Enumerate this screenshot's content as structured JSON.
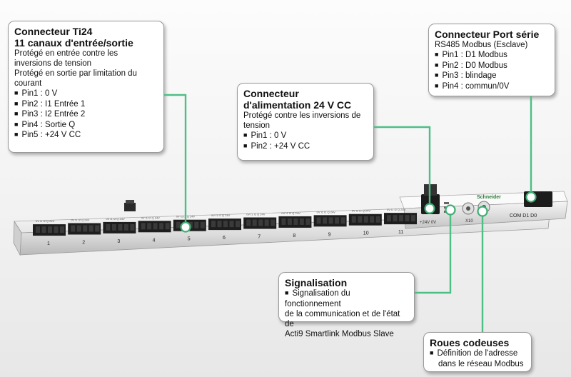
{
  "ti24": {
    "title1": "Connecteur Ti24",
    "title2": "11 canaux d'entrée/sortie",
    "desc1": "Protégé en entrée contre les",
    "desc2": "inversions de tension",
    "desc3": "Protégé en sortie par limitation du",
    "desc4": "courant",
    "pins": [
      "Pin1 : 0 V",
      "Pin2 : I1 Entrée 1",
      "Pin3 : I2 Entrée 2",
      "Pin4 : Sortie Q",
      "Pin5 : +24 V CC"
    ]
  },
  "power": {
    "title1": "Connecteur",
    "title2": "d'alimentation 24 V CC",
    "desc1": "Protégé contre les inversions de",
    "desc2": "tension",
    "pins": [
      "Pin1 : 0 V",
      "Pin2 : +24 V CC"
    ]
  },
  "serial": {
    "title": "Connecteur Port série",
    "desc": "RS485 Modbus (Esclave)",
    "pins": [
      "Pin1 : D1 Modbus",
      "Pin2 : D0 Modbus",
      "Pin3 : blindage",
      "Pin4 : commun/0V"
    ]
  },
  "signal": {
    "title": "Signalisation",
    "line1": "Signalisation du fonctionnement",
    "line2": "de la communication et de l'état de",
    "line3": "Acti9 Smartlink Modbus Slave"
  },
  "roues": {
    "title": "Roues codeuses",
    "line1": "Définition de l'adresse",
    "line2": "dans le réseau Modbus"
  },
  "device": {
    "channel_numbers": [
      "1",
      "2",
      "3",
      "4",
      "5",
      "6",
      "7",
      "8",
      "9",
      "10",
      "11"
    ],
    "channel_labels": "0V I1 I2 Q 24V",
    "brand": "Schneider",
    "power_label": "+24V 0V",
    "dial_label": "X10",
    "port_label": "COM D1 D0"
  },
  "colors": {
    "connector_line": "#4dbf85",
    "connector_dot": "#3fae72"
  }
}
